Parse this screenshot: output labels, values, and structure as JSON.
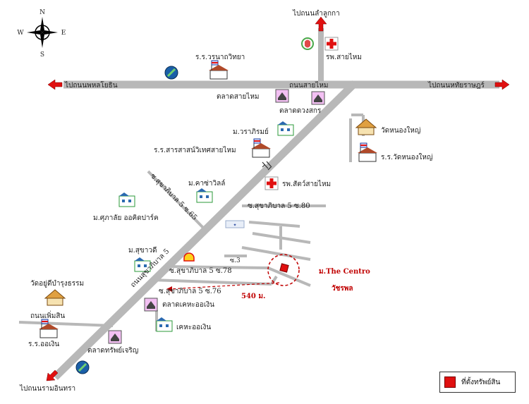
{
  "compass": {
    "n": "N",
    "s": "S",
    "e": "E",
    "w": "W"
  },
  "directions": {
    "north": "ไปถนนลำลูกกา",
    "west": "ไปถนนพหลโยธิน",
    "east": "ไปถนนหทัยราษฎร์",
    "south": "ไปถนนรามอินทรา"
  },
  "roads": {
    "sai_mai": "ถนนสายไหม",
    "sukhaphiban5": "ถนนสุขาภิบาล 5",
    "soi65": "ซ.สุขาภิบาล 5 ซ.65",
    "soi80": "ซ.สุขาภิบาล 5 ซ.80",
    "soi78": "ซ.สุขาภิบาล 5 ซ.78",
    "soi76": "ซ.สุขาภิบาล 5 ซ.76",
    "soi3": "ซ.3",
    "phum_sin": "ถนนเพิ่มสิน"
  },
  "places": {
    "hospital_saimai": "รพ.สายไหม",
    "school_woranat": "ร.ร.วรนาถวิทยา",
    "market_saimai": "ตลาดสายไหม",
    "market_duangsakorn": "ตลาดดวงสกร",
    "wat_nongyai": "วัดหนองใหญ่",
    "school_wat_nongyai": "ร.ร.วัดหนองใหญ่",
    "vet_hospital": "รพ.สัตว์สายไหม",
    "m_waraporn": "ม.วราภิรมย์",
    "school_saralarn": "ร.ร.สารสาสน์วิเทศสายไหม",
    "m_casa_ville": "ม.คาซ่าวิลล์",
    "m_supalai": "ม.ศุภาลัย ออคิดปาร์ค",
    "m_sukhawadee": "ม.สุขาวดี",
    "wat_yu_di": "วัดอยู่ดีบำรุงธรรม",
    "school_or_ngoen": "ร.ร.ออเงิน",
    "market_kheha": "ตลาดเคหะออเงิน",
    "kheha": "เคหะออเงิน",
    "market_sap_charoen": "ตลาดทรัพย์เจริญ"
  },
  "property": {
    "name": "ม.The Centro",
    "sub": "วัชรพล",
    "distance": "540 ม."
  },
  "legend": {
    "label": "ที่ตั้งทรัพย์สิน"
  },
  "colors": {
    "road": "#b8b8b8",
    "arrow": "#e01010",
    "property": "#e01010",
    "label_red": "#c00000"
  }
}
